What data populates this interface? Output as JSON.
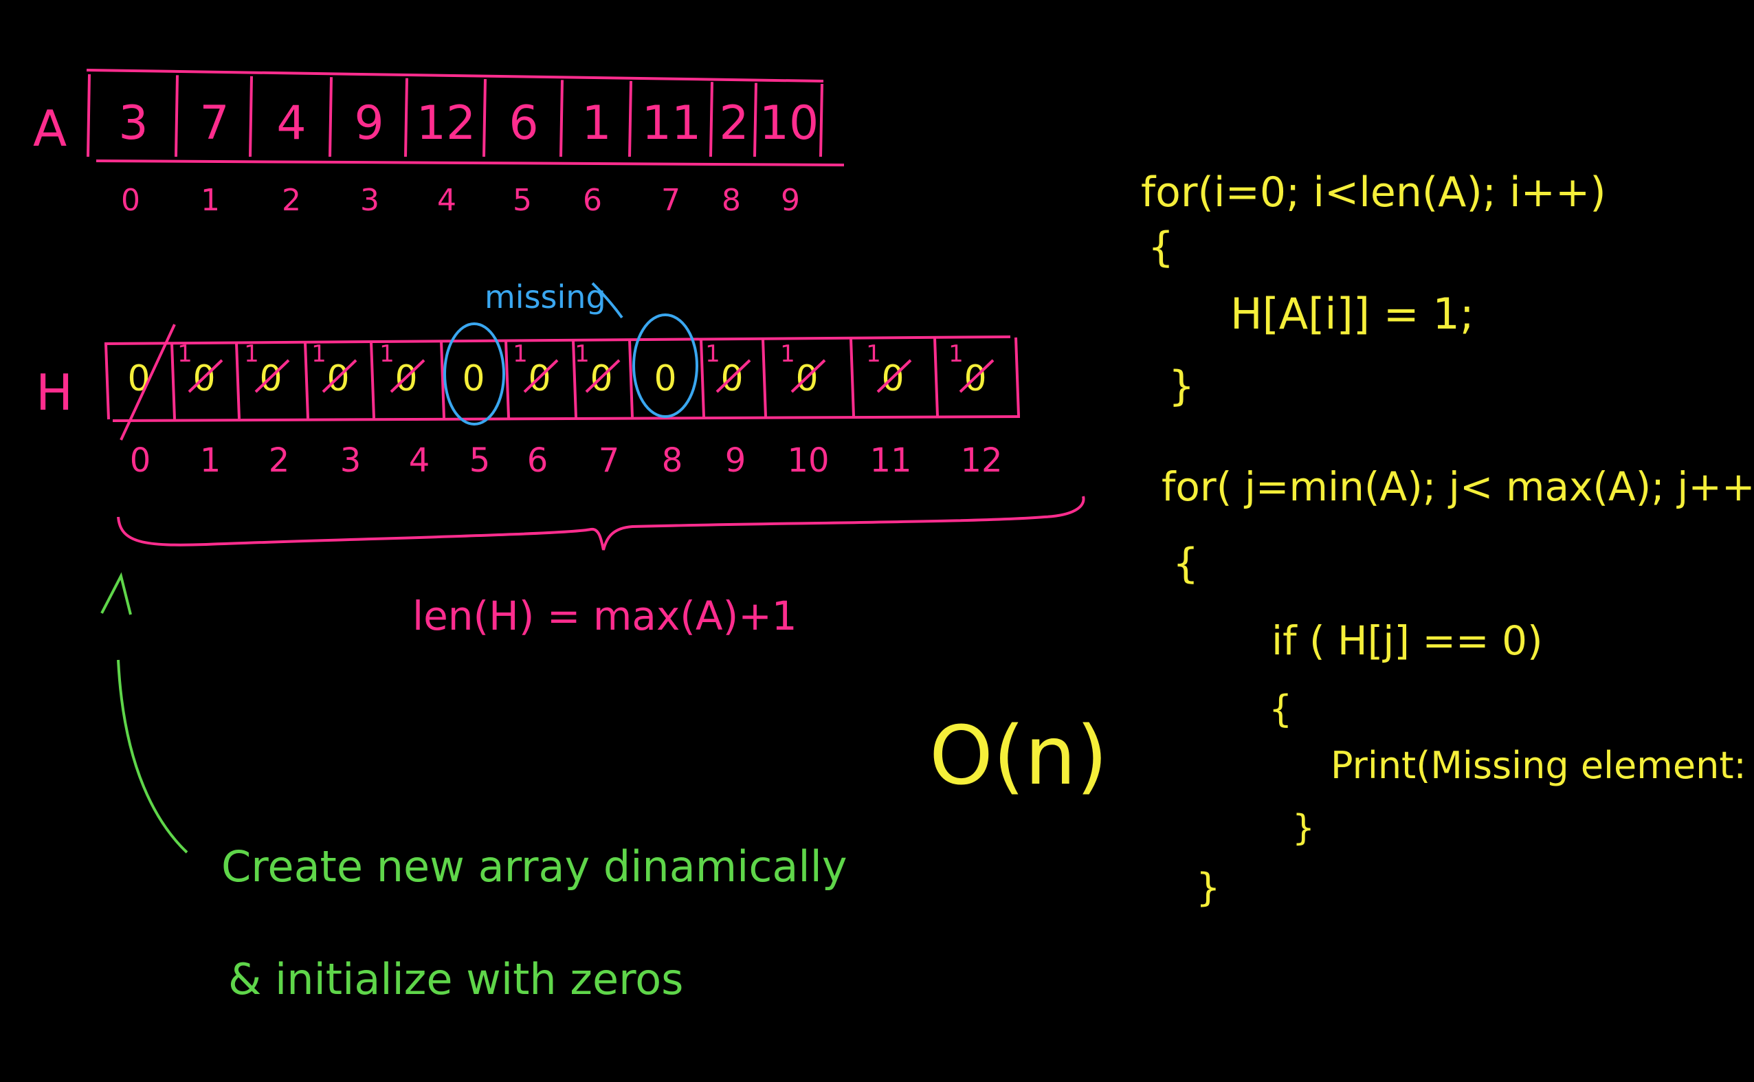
{
  "colors": {
    "background": "#000000",
    "pink": "#ff2d8e",
    "yellow": "#f5ef3a",
    "blue": "#3aa7f0",
    "green": "#5fd64a"
  },
  "array_a": {
    "name": "A",
    "values": [
      "3",
      "7",
      "4",
      "9",
      "12",
      "6",
      "1",
      "11",
      "2",
      "10"
    ],
    "indices": [
      "0",
      "1",
      "2",
      "3",
      "4",
      "5",
      "6",
      "7",
      "8",
      "9"
    ]
  },
  "array_h": {
    "name": "H",
    "values": [
      "0",
      "0",
      "0",
      "0",
      "0",
      "0",
      "0",
      "0",
      "0",
      "0",
      "0",
      "0",
      "0"
    ],
    "marks": [
      "",
      "1",
      "1",
      "1",
      "1",
      "",
      "1",
      "1",
      "",
      "1",
      "1",
      "1",
      "1"
    ],
    "indices": [
      "0",
      "1",
      "2",
      "3",
      "4",
      "5",
      "6",
      "7",
      "8",
      "9",
      "10",
      "11",
      "12"
    ],
    "missing_label": "missing"
  },
  "len_formula": "len(H) = max(A)+1",
  "note": {
    "line1": "Create new array dinamically",
    "line2": "& initialize with zeros"
  },
  "complexity": "O(n)",
  "code": {
    "line1": "for(i=0; i<len(A); i++)",
    "line2": "{",
    "line3": "H[A[i]] = 1;",
    "line4": "}",
    "line5": "for( j=min(A); j< max(A); j++)",
    "line6": "{",
    "line7": "if ( H[j] == 0)",
    "line8": "{",
    "line9": "Print(Missing element: j)",
    "line10": "}",
    "line11": "}"
  }
}
